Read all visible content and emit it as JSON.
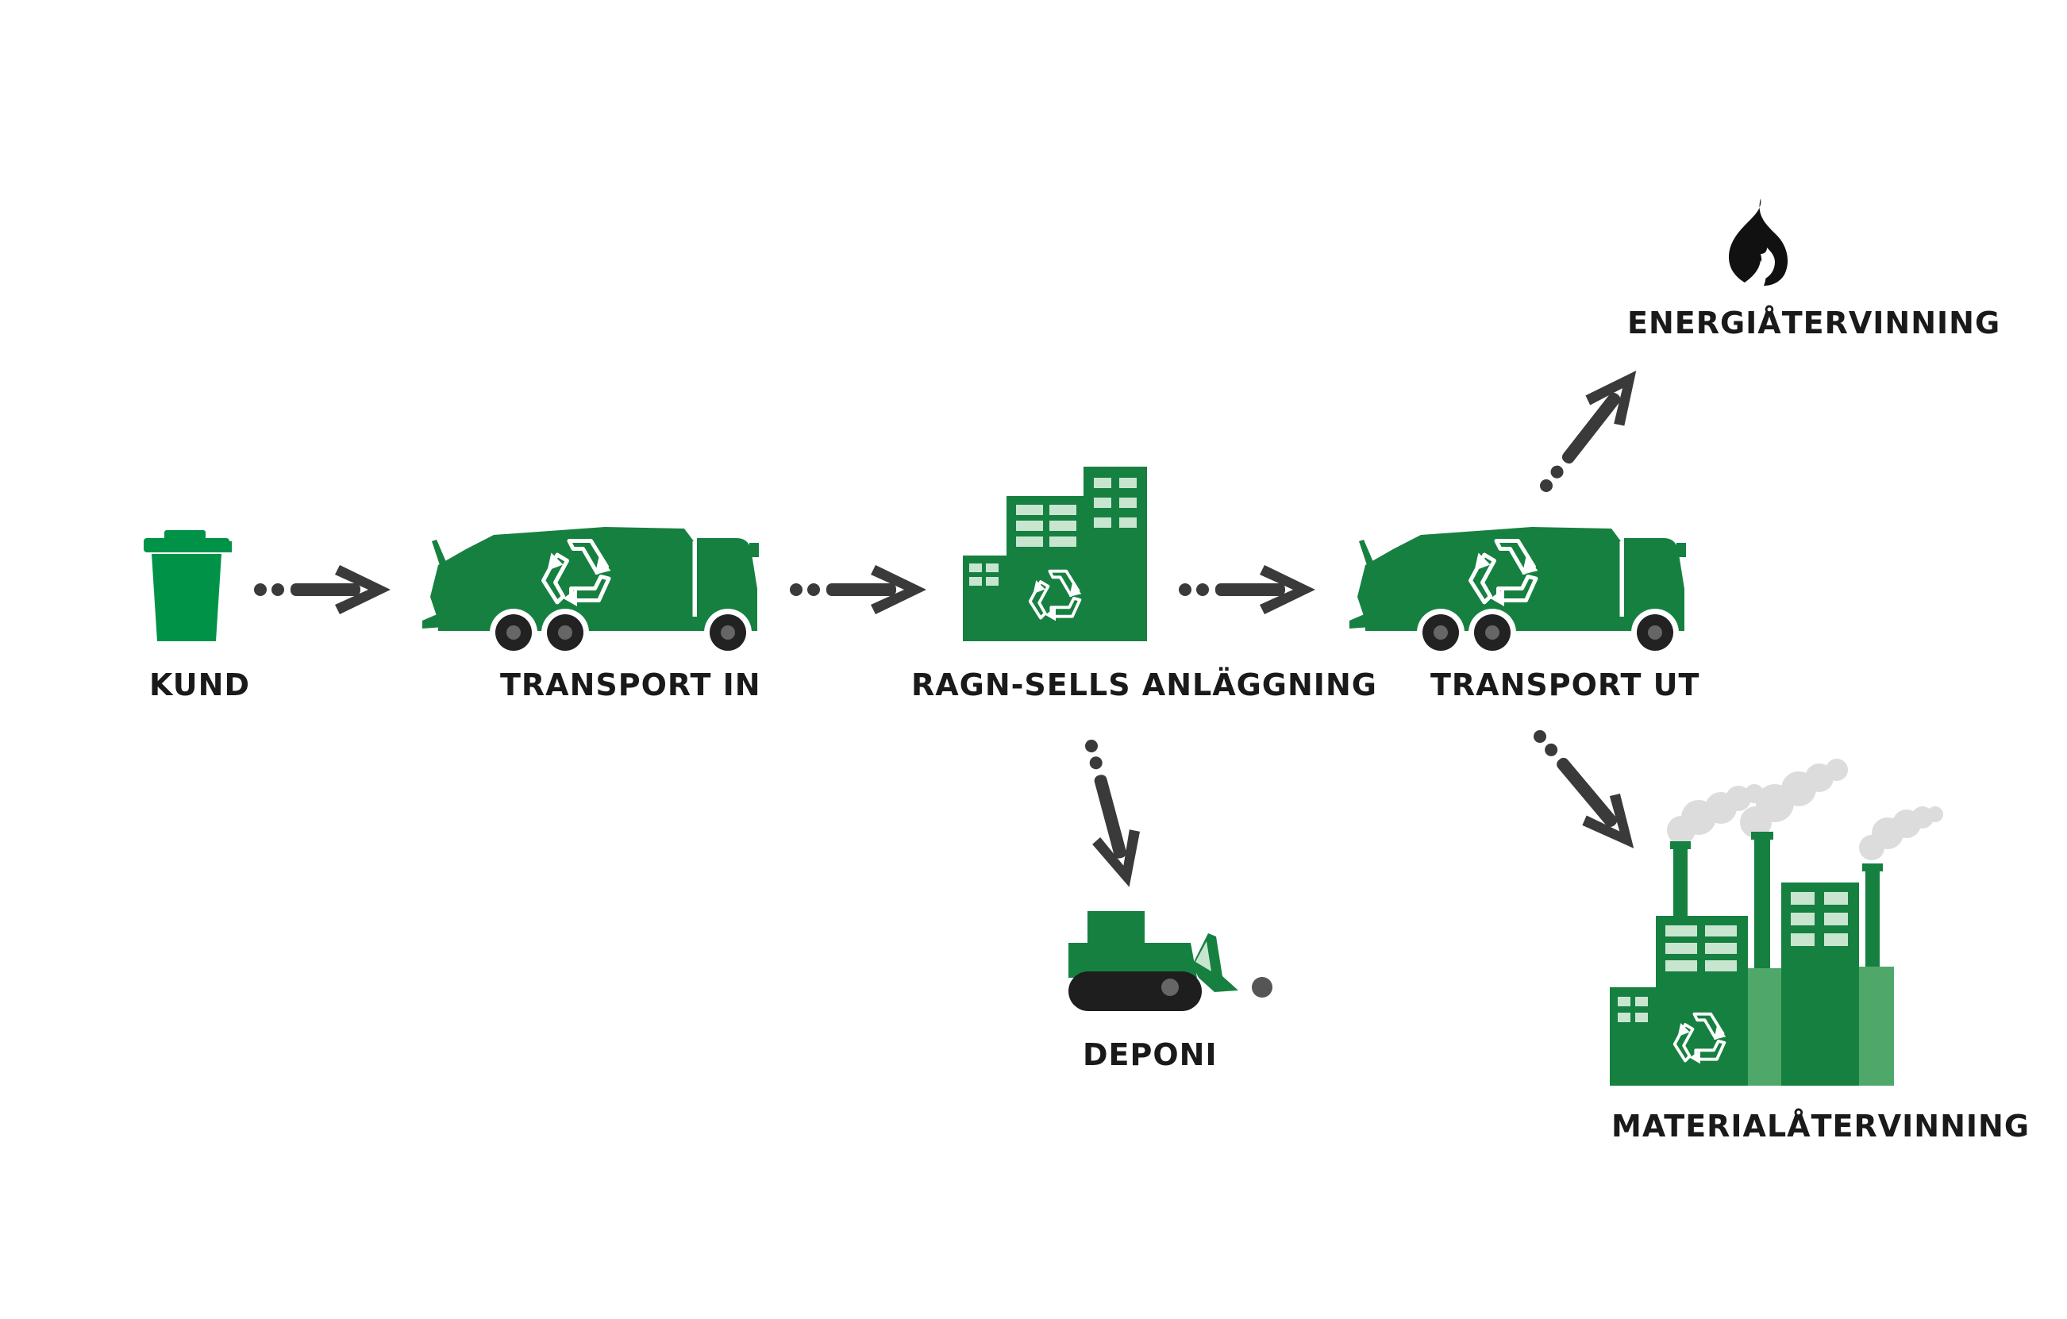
{
  "colors": {
    "green": "#168040",
    "bin_green": "#009348",
    "light_green": "#c8e6cf",
    "factory_light": "#4fa76a",
    "arrow": "#3a3a3a",
    "smoke": "#dcdcdc",
    "track": "#1e1e1e",
    "flame": "#111111"
  },
  "nodes": {
    "kund": {
      "label": "KUND",
      "icon": "waste-bin-icon"
    },
    "transport_in": {
      "label": "TRANSPORT IN",
      "icon": "garbage-truck-icon"
    },
    "anlaggning": {
      "label": "RAGN-SELLS ANLÄGGNING",
      "icon": "recycling-plant-icon"
    },
    "transport_ut": {
      "label": "TRANSPORT UT",
      "icon": "garbage-truck-icon"
    },
    "energi": {
      "label": "ENERGIÅTERVINNING",
      "icon": "flame-icon"
    },
    "deponi": {
      "label": "DEPONI",
      "icon": "bulldozer-icon"
    },
    "material": {
      "label": "MATERIALÅTERVINNING",
      "icon": "factory-icon"
    }
  },
  "edges": [
    {
      "from": "KUND",
      "to": "TRANSPORT IN"
    },
    {
      "from": "TRANSPORT IN",
      "to": "RAGN-SELLS ANLÄGGNING"
    },
    {
      "from": "RAGN-SELLS ANLÄGGNING",
      "to": "TRANSPORT UT"
    },
    {
      "from": "RAGN-SELLS ANLÄGGNING",
      "to": "DEPONI"
    },
    {
      "from": "TRANSPORT UT",
      "to": "ENERGIÅTERVINNING"
    },
    {
      "from": "TRANSPORT UT",
      "to": "MATERIALÅTERVINNING"
    }
  ]
}
